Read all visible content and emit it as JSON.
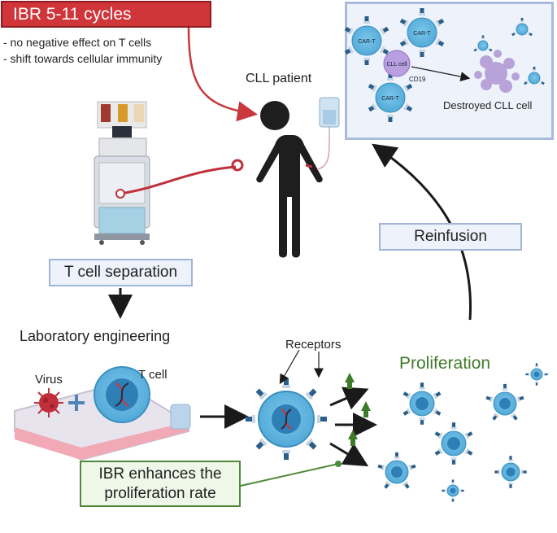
{
  "ibr_box": {
    "title": "IBR 5-11 cycles"
  },
  "notes": [
    "- no negative effect on T cells",
    "- shift towards cellular immunity"
  ],
  "patient_label": "CLL patient",
  "tcell_separation": "T cell separation",
  "reinfusion": "Reinfusion",
  "car_panel": {
    "cart_label": "CAR-T",
    "cll_cell_label": "CLL cell",
    "cd19_label": "CD19",
    "destroyed_label": "Destroyed CLL cell"
  },
  "lab": {
    "title": "Laboratory engineering",
    "virus_label": "Virus",
    "tcell_label": "T cell",
    "receptors_label": "Receptors",
    "proliferation_label": "Proliferation",
    "ibr_enhances_line1": "IBR enhances the",
    "ibr_enhances_line2": "proliferation rate"
  },
  "colors": {
    "red": "#d0353a",
    "panel_bg": "#eef3fb",
    "panel_border": "#a9bbdc",
    "green": "#4f8a3a",
    "cell_blue": "#5fb3dd"
  }
}
